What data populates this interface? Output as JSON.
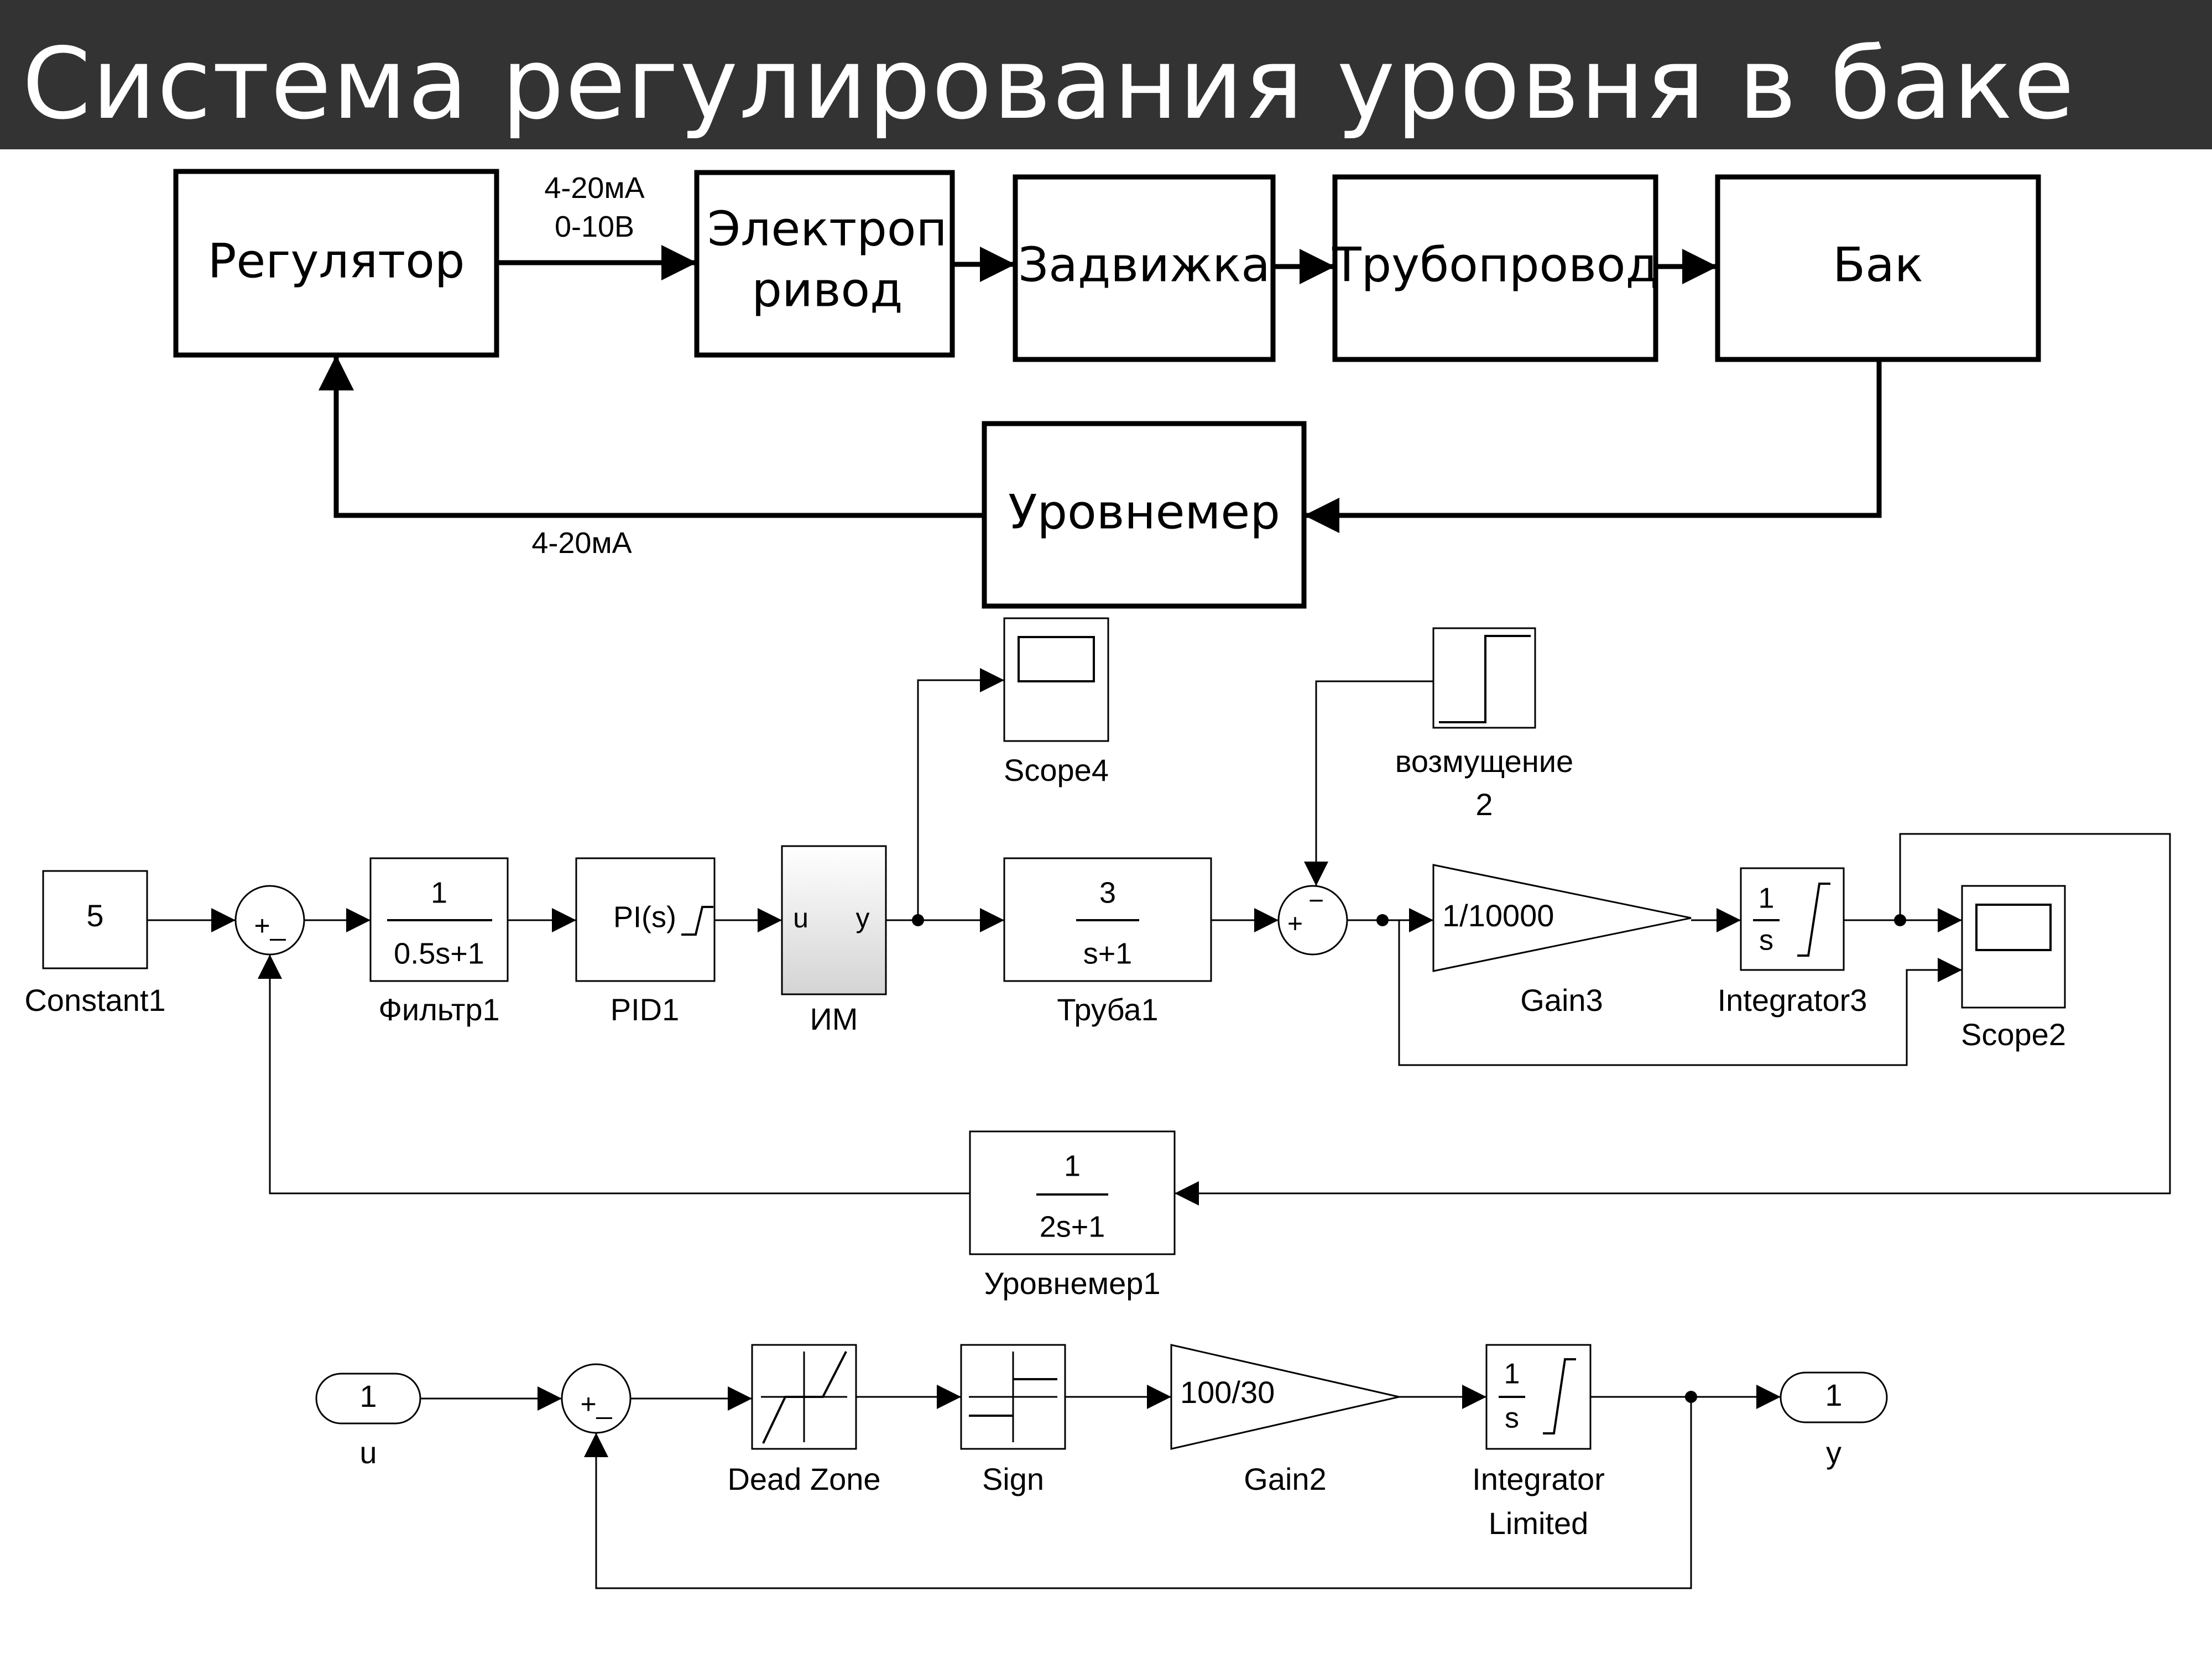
{
  "title": "Система регулирования уровня в баке",
  "block_diagram": {
    "regulator": "Регулятор",
    "drive_line1": "Электроп",
    "drive_line2": "ривод",
    "valve": "Задвижка",
    "pipeline": "Трубопровод",
    "tank": "Бак",
    "level_meter": "Уровнемер",
    "signal_out_line1": "4-20мА",
    "signal_out_line2": "0-10В",
    "signal_feedback": "4-20мА"
  },
  "simulink_main": {
    "constant_value": "5",
    "constant_label": "Constant1",
    "sum1_signs": "+_",
    "filter_num": "1",
    "filter_den": "0.5s+1",
    "filter_label": "Фильтр1",
    "pid_text": "PI(s)",
    "pid_label": "PID1",
    "im_in": "u",
    "im_out": "y",
    "im_label": "ИМ",
    "scope4_label": "Scope4",
    "pipe_num": "3",
    "pipe_den": "s+1",
    "pipe_label": "Труба1",
    "disturbance_label_line1": "возмущение",
    "disturbance_label_line2": "2",
    "sum2_plus": "+",
    "sum2_minus": "−",
    "gain3_value": "1/10000",
    "gain3_label": "Gain3",
    "integrator3_num": "1",
    "integrator3_den": "s",
    "integrator3_label": "Integrator3",
    "scope2_label": "Scope2",
    "level_meter_num": "1",
    "level_meter_den": "2s+1",
    "level_meter_label": "Уровнемер1"
  },
  "simulink_sub": {
    "in_value": "1",
    "in_label": "u",
    "sum_signs": "+_",
    "deadzone_label": "Dead Zone",
    "sign_label": "Sign",
    "gain2_value": "100/30",
    "gain2_label": "Gain2",
    "integrator_num": "1",
    "integrator_den": "s",
    "integrator_label_line1": "Integrator",
    "integrator_label_line2": "Limited",
    "out_value": "1",
    "out_label": "y"
  }
}
